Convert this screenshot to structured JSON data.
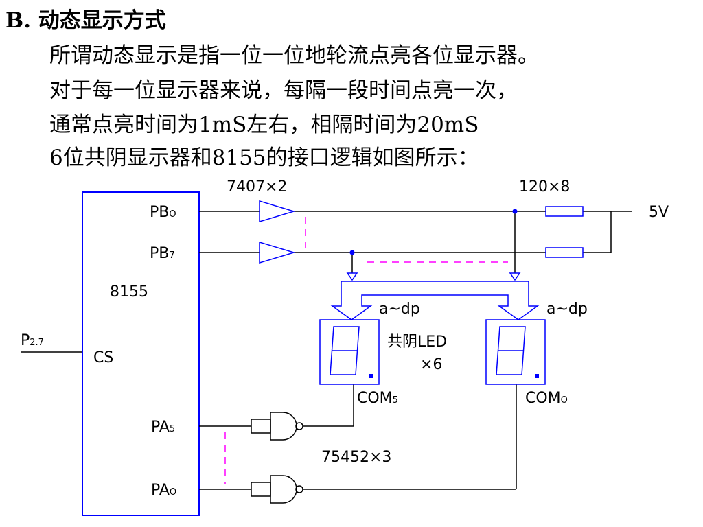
{
  "heading": "B. 动态显示方式",
  "paragraph": {
    "line1": "所谓动态显示是指一位一位地轮流点亮各位显示器。",
    "line2": "对于每一位显示器来说，每隔一段时间点亮一次，",
    "line3": "通常点亮时间为1mS左右，相隔时间为20mS",
    "line4": "6位共阴显示器和8155的接口逻辑如图所示："
  },
  "diagram": {
    "chip_name": "8155",
    "pin_pb0": "PB",
    "pin_pb0_sub": "O",
    "pin_pb7": "PB",
    "pin_pb7_sub": "7",
    "pin_pa5": "PA",
    "pin_pa5_sub": "5",
    "pin_pa0": "PA",
    "pin_pa0_sub": "O",
    "pin_cs": "CS",
    "pin_p27": "P",
    "pin_p27_sub": "2.7",
    "buffer_label": "7407×2",
    "resistor_label": "120×8",
    "supply_label": "5V",
    "seg_label_left": "a~dp",
    "seg_label_right": "a~dp",
    "led_label_line1": "共阴LED",
    "led_label_line2": "×6",
    "com5_label": "COM",
    "com5_sub": "5",
    "com0_label": "COM",
    "com0_sub": "O",
    "driver_label": "75452×3",
    "colors": {
      "wire": "#000000",
      "component": "#0000ff",
      "dashed": "#ff00ff"
    }
  }
}
